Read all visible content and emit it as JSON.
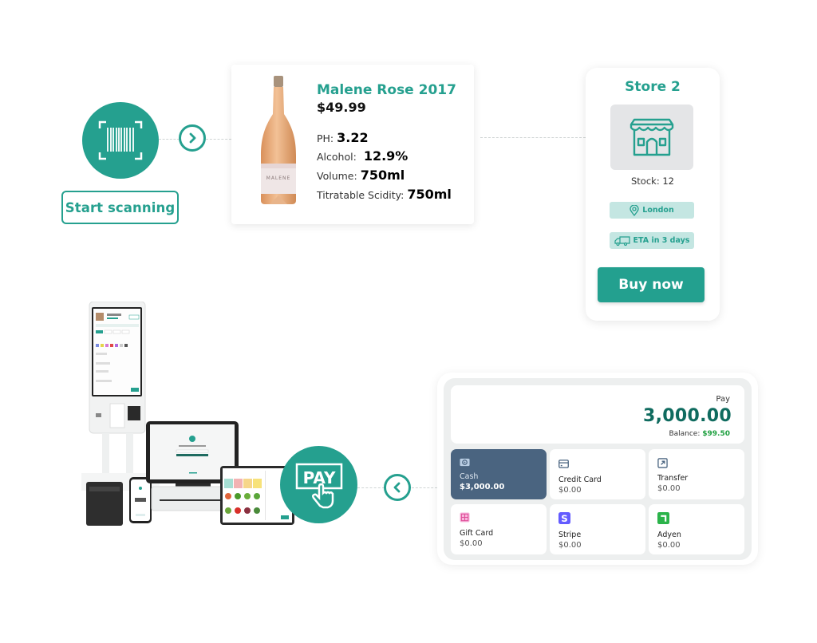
{
  "scanner": {
    "button_label": "Start scanning",
    "icon": "barcode-scan-icon",
    "next_icon": "chevron-right-icon"
  },
  "product": {
    "name": "Malene Rose 2017",
    "price": "$49.99",
    "bottle_label": "MALENE",
    "specs": [
      {
        "label": "PH:",
        "value": "3.22"
      },
      {
        "label": "Alcohol:",
        "value": "12.9%"
      },
      {
        "label": "Volume:",
        "value": "750ml"
      },
      {
        "label": "Titratable Scidity:",
        "value": "750ml"
      }
    ]
  },
  "store": {
    "title": "Store 2",
    "icon": "storefront-icon",
    "stock": "Stock: 12",
    "location": "London",
    "eta": "ETA in 3 days",
    "buy_label": "Buy now"
  },
  "pos": {
    "pay_badge": "PAY",
    "back_icon": "chevron-left-icon"
  },
  "payment": {
    "label": "Pay",
    "amount": "3,000.00",
    "balance_label": "Balance:",
    "balance_value": "$99.50",
    "methods": [
      {
        "name": "Cash",
        "value": "$3,000.00",
        "icon": "cash-icon",
        "active": true
      },
      {
        "name": "Credit Card",
        "value": "$0.00",
        "icon": "credit-card-icon",
        "active": false
      },
      {
        "name": "Transfer",
        "value": "$0.00",
        "icon": "transfer-icon",
        "active": false
      },
      {
        "name": "Gift Card",
        "value": "$0.00",
        "icon": "gift-card-icon",
        "active": false
      },
      {
        "name": "Stripe",
        "value": "$0.00",
        "icon": "stripe-icon",
        "active": false
      },
      {
        "name": "Adyen",
        "value": "$0.00",
        "icon": "adyen-icon",
        "active": false
      }
    ]
  },
  "colors": {
    "brand_teal": "#25a08f",
    "pay_amount": "#0f6b5f",
    "balance_green": "#1fa040",
    "cash_tile": "#4a6480",
    "chip_bg": "#c4e6e2"
  }
}
